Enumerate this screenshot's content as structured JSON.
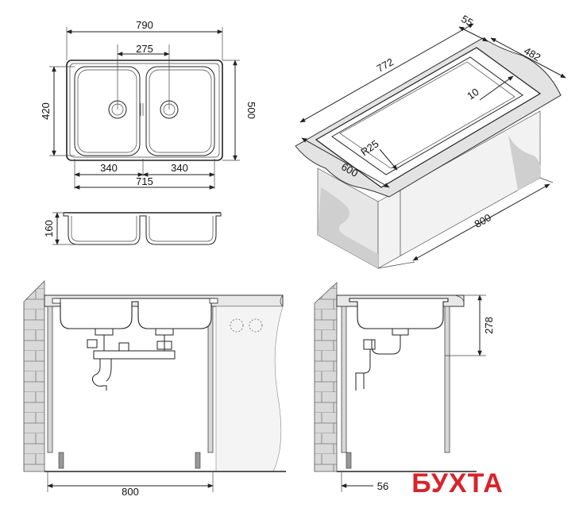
{
  "top_view": {
    "overall_width": "790",
    "drain_spacing": "275",
    "bowl_depth": "420",
    "overall_depth": "500",
    "bowl_left": "340",
    "bowl_right": "340",
    "bowls_total": "715"
  },
  "side_view": {
    "depth": "160"
  },
  "iso_view": {
    "length": "772",
    "rim": "55",
    "depth": "482",
    "edge": "10",
    "radius": "R25",
    "front": "600",
    "cabinet": "800"
  },
  "front_install": {
    "cabinet_width": "800"
  },
  "side_install": {
    "height": "278",
    "offset": "56"
  },
  "brand": {
    "logo_text": "БУХТА",
    "color": "#d8232a"
  }
}
